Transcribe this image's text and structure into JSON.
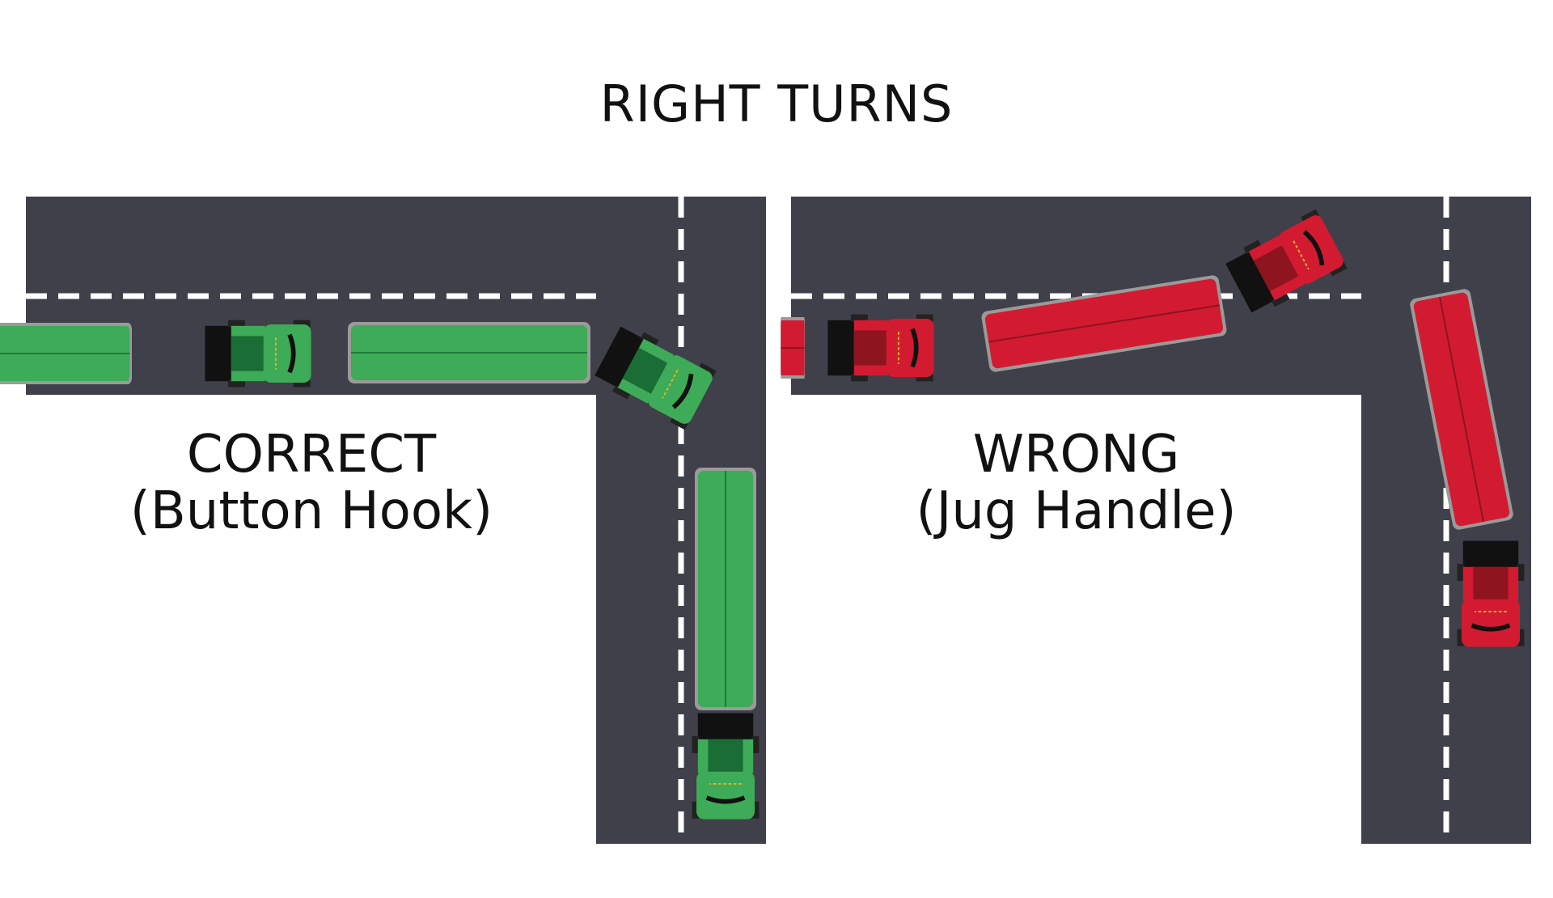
{
  "title": "RIGHT TURNS",
  "panels": [
    {
      "heading": "CORRECT",
      "subheading": "(Button Hook)",
      "truck_color": "#3dab57"
    },
    {
      "heading": "WRONG",
      "subheading": "(Jug Handle)",
      "truck_color": "#d21b31"
    }
  ],
  "colors": {
    "road": "#3f4049",
    "lane_marking": "#ffffff"
  }
}
